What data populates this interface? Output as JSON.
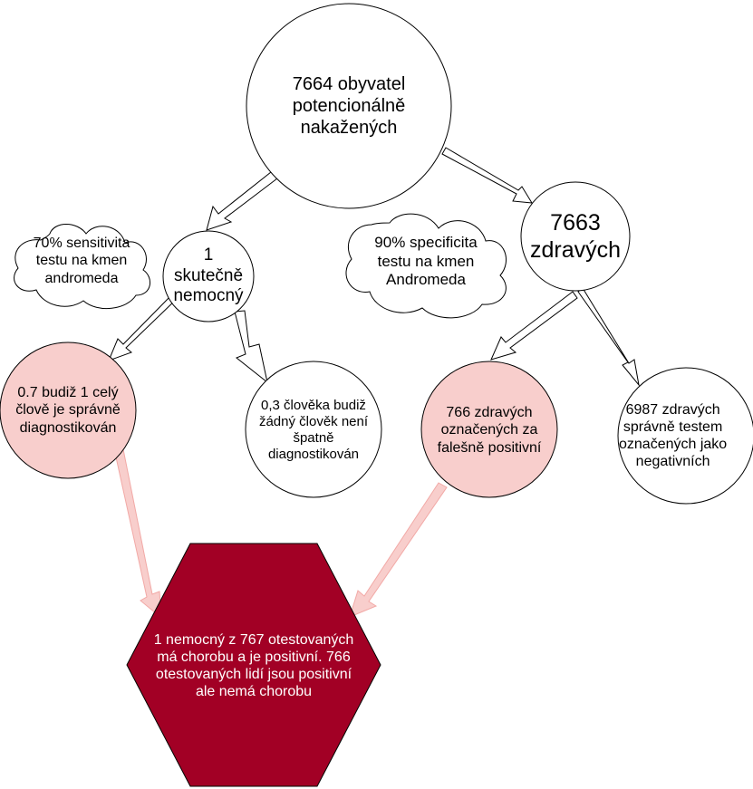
{
  "nodes": {
    "root": {
      "text": "7664 obyvatel\npotencionálně\nnakažených"
    },
    "sick": {
      "text": "1\nskutečně\nnemocný"
    },
    "healthy": {
      "text": "7663\nzdravých"
    },
    "tp": {
      "text": "0.7  budiž 1 celý\nčlově je  správně\ndiagnostikován"
    },
    "fn": {
      "text": "0,3 člověka budiž\nžádný člověk není\nšpatně\ndiagnostikován"
    },
    "fp": {
      "text": "766 zdravých\noznačených za\nfalešně positivní"
    },
    "tn": {
      "text": "6987  zdravých\nsprávně testem\noznačených  jako\nnegativních"
    },
    "result": {
      "text": "1 nemocný z 767 otestovaných\nmá chorobu a je positivní. 766\notestovaných lidí jsou positivní\nale nemá chorobu"
    }
  },
  "clouds": {
    "sensitivity": {
      "text": "70% sensitivita\ntestu na kmen\nandromeda"
    },
    "specificity": {
      "text": "90% specificita\ntestu na kmen\nAndromeda"
    }
  },
  "colors": {
    "pink_fill": "#f8cecc",
    "result_fill": "#a20025",
    "stroke": "#000000",
    "pink_arrow_fill": "#f8cecc",
    "pink_arrow_stroke": "#f2a9a6"
  }
}
